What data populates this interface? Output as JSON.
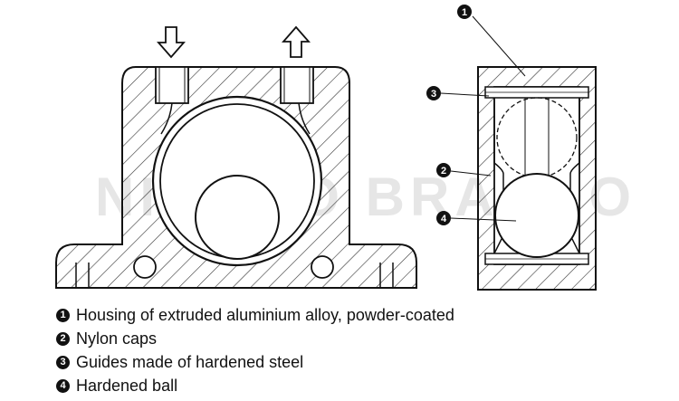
{
  "watermark": "NINGBO BRANDO",
  "callouts": [
    "1",
    "2",
    "3",
    "4"
  ],
  "legend": [
    {
      "number": "1",
      "text": "Housing of extruded aluminium alloy, powder-coated"
    },
    {
      "number": "2",
      "text": "Nylon caps"
    },
    {
      "number": "3",
      "text": "Guides made of hardened steel"
    },
    {
      "number": "4",
      "text": "Hardened ball"
    }
  ],
  "colors": {
    "line": "#111111",
    "hatch": "#333333",
    "watermark": "#e6e6e6"
  }
}
